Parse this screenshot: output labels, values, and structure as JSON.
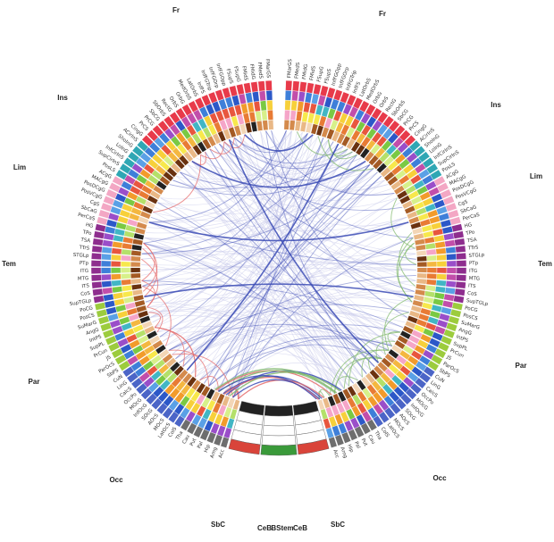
{
  "figure": {
    "title": "",
    "lobe_labels": {
      "left": [
        "Fr",
        "Ins",
        "Lim",
        "Tem",
        "Par",
        "Occ",
        "SbC",
        "CeB"
      ],
      "right": [
        "Fr",
        "Ins",
        "Lim",
        "Tem",
        "Par",
        "Occ",
        "SbC",
        "CeB"
      ],
      "midline": "BStem"
    },
    "left_regions": [
      "FMarGS",
      "FMedS",
      "FMidG",
      "FMidS",
      "FSupG",
      "FSupS",
      "InfFGOpp",
      "InfFGOrp",
      "InfFGTrip",
      "InfFS",
      "LatOrbS",
      "MedOrbS",
      "OrbG",
      "OrbS",
      "RectG",
      "SbOrbS",
      "SbCG",
      "PrCG",
      "PrCS",
      "CingG",
      "ACirInS",
      "ShoInG",
      "LoInG",
      "InfCirInS",
      "SupCirInS",
      "PosLS",
      "ACgG",
      "MACgG",
      "PosDCgG",
      "PosVCgG",
      "CgS",
      "SbCaG",
      "PerCaS",
      "HG",
      "TPo",
      "TSA",
      "TTrS",
      "STGLp",
      "PTp",
      "ITG",
      "MTG",
      "ITS",
      "CoS",
      "SupTGLp",
      "PoCG",
      "PosCS",
      "SuMarG",
      "AngG",
      "IntPS",
      "SupPL",
      "PrCun",
      "JS",
      "ParOcS",
      "SbPS",
      "CuN",
      "LinG",
      "CalcS",
      "OccPo",
      "MOcG",
      "InfOcG",
      "SOcG",
      "AOcS",
      "MOcS",
      "LatOcS",
      "ColS",
      "Tha",
      "Cau",
      "Put",
      "Pal",
      "Hip",
      "Amg",
      "Acc"
    ],
    "right_regions": [
      "FMarGS",
      "FMedS",
      "FMidG",
      "FMidS",
      "FSupG",
      "FSupS",
      "InfFGOpp",
      "InfFGOrp",
      "InfFGTrip",
      "InfFS",
      "LatOrbS",
      "MedOrbS",
      "OrbG",
      "OrbS",
      "RectG",
      "SbOrbS",
      "SbCG",
      "PrCG",
      "PrCS",
      "CingG",
      "ACirInS",
      "ShoInG",
      "LoInG",
      "InfCirInS",
      "SupCirInS",
      "PosLS",
      "ACgG",
      "MACgG",
      "PosDCgG",
      "PosVCgG",
      "CgS",
      "SbCaG",
      "PerCaS",
      "HG",
      "TPo",
      "TSA",
      "TTrS",
      "STGLp",
      "PTp",
      "ITG",
      "MTG",
      "ITS",
      "CoS",
      "SupTGLp",
      "PoCG",
      "PosCS",
      "SuMarG",
      "AngG",
      "IntPS",
      "SupPL",
      "PrCun",
      "JS",
      "ParOcS",
      "SbPS",
      "CuN",
      "LinG",
      "CalcS",
      "OccPo",
      "MOcG",
      "InfOcG",
      "SOcG",
      "AOcS",
      "MOcS",
      "LatOcS",
      "ColS",
      "Tha",
      "Cau",
      "Put",
      "Pal",
      "Hip",
      "Amg",
      "Acc"
    ],
    "lobe_colors": {
      "Fr": "#e83a4a",
      "Ins": "#2fa7b4",
      "Lim": "#f3a7c4",
      "Tem": "#8e2d8e",
      "Par": "#9ccc3d",
      "Occ": "#4b65c7",
      "SbC": "#6e6e6e",
      "CeB": "#d9443a",
      "BStem": "#3a9a3a"
    },
    "ring_palettes": {
      "ring2": [
        "#2c58c8",
        "#3e7fd9",
        "#5aa0e6",
        "#9a4ec9",
        "#c24eaa"
      ],
      "ring3": [
        "#f7d03a",
        "#f29b2b",
        "#e8563e",
        "#7ac943",
        "#41b6c4"
      ],
      "ring4": [
        "#f7e84c",
        "#f4b740",
        "#e87b35",
        "#f5a5c8",
        "#b4e06a",
        "#d7f08a"
      ],
      "ring5": [
        "#6a3210",
        "#a45a24",
        "#d48a4c",
        "#e9b886",
        "#f3d6b6",
        "#222222"
      ]
    },
    "edge_colors": {
      "inter_hemisphere": "#3b4bb5",
      "intra_left": "#e56a6a",
      "intra_right": "#7fb86a",
      "faint": "#c6c9ea"
    }
  }
}
